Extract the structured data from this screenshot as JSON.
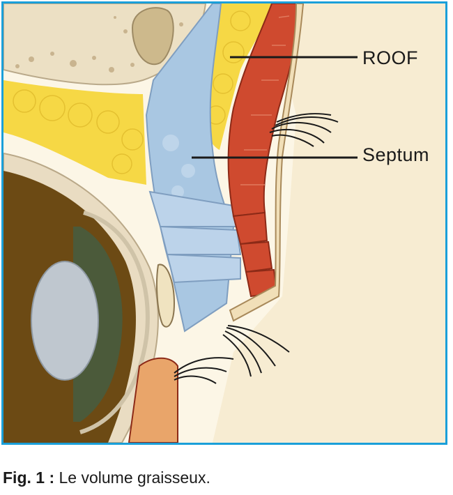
{
  "figure": {
    "labels": {
      "roof": "ROOF",
      "septum": "Septum"
    },
    "caption": {
      "prefix": "Fig. 1 :",
      "text": " Le volume graisseux."
    }
  },
  "colors": {
    "frame_border": "#1a9fd9",
    "fat": "#f6d845",
    "muscle": "#cf4a2f",
    "septum": "#a9c7e2",
    "skin": "#f6e6bf",
    "bone": "#e8dcc0",
    "eye_iris": "#4b5a3a",
    "lens": "#bfc7cf"
  }
}
